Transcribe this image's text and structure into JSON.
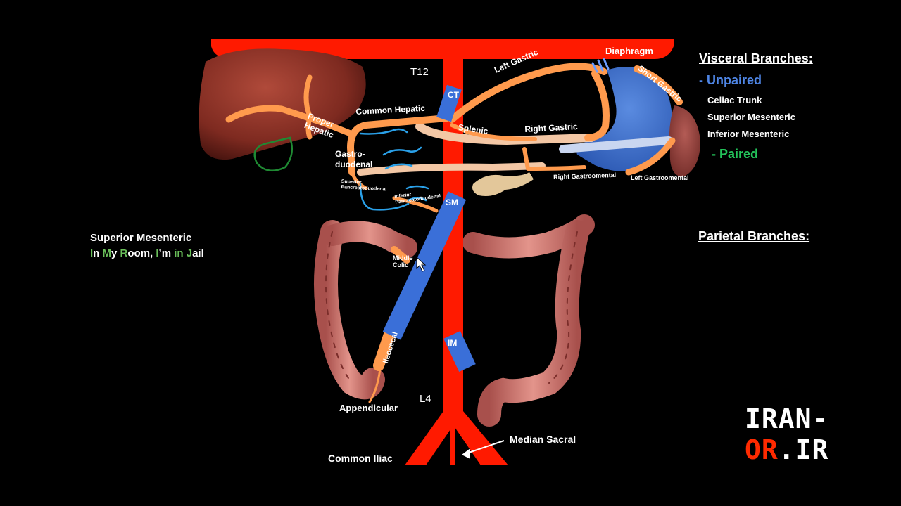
{
  "labels": {
    "diaphragm": "Diaphragm",
    "t12": "T12",
    "l4": "L4",
    "ct": "CT",
    "sm": "SM",
    "im": "IM",
    "left_gastric": "Left Gastric",
    "short_gastric": "Short Gastric",
    "common_hepatic": "Common Hepatic",
    "proper_hepatic_1": "Proper",
    "proper_hepatic_2": "Hepatic",
    "splenic": "Splenic",
    "right_gastric": "Right Gastric",
    "gastroduodenal_1": "Gastro-",
    "gastroduodenal_2": "duodenal",
    "sup_pancreaticoduodenal_1": "Superior",
    "sup_pancreaticoduodenal_2": "Pancreatoduodenal",
    "inf_pancreaticoduodenal_1": "Inferior",
    "inf_pancreaticoduodenal_2": "Pancreatoduodenal",
    "right_gastroomental": "Right Gastroomental",
    "left_gastroomental": "Left Gastroomental",
    "middle_colic_1": "Middle",
    "middle_colic_2": "Colic",
    "ileocecal": "Ileocecal",
    "appendicular": "Appendicular",
    "median_sacral": "Median Sacral",
    "common_iliac": "Common Iliac"
  },
  "sidebar": {
    "visceral_title": "Visceral Branches:",
    "unpaired": "- Unpaired",
    "unpaired_items": [
      "Celiac Trunk",
      "Superior Mesenteric",
      "Inferior Mesenteric"
    ],
    "paired": "- Paired",
    "parietal_title": "Parietal Branches:"
  },
  "mnemonic": {
    "title": "Superior Mesenteric",
    "parts": [
      {
        "t": "I",
        "green": true
      },
      {
        "t": "n ",
        "green": false
      },
      {
        "t": "M",
        "green": true
      },
      {
        "t": "y ",
        "green": false
      },
      {
        "t": "R",
        "green": true
      },
      {
        "t": "oom, ",
        "green": false
      },
      {
        "t": "I",
        "green": true
      },
      {
        "t": "’m ",
        "green": false
      },
      {
        "t": "in ",
        "green": true
      },
      {
        "t": "J",
        "green": true
      },
      {
        "t": "ail",
        "green": false
      }
    ]
  },
  "brand": {
    "left": "IRAN-",
    "mid": "OR",
    "right": ".IR"
  },
  "colors": {
    "aorta": "#ff1a00",
    "artery": "#ff9a4d",
    "artery_light": "#f3c7a5",
    "branch_box": "#3a6fd8",
    "vein_blue": "#2aa0e8",
    "gallbladder": "#1f8a33",
    "liver": "#8c3326",
    "colon": "#c9706a",
    "stomach": "#3f72d0"
  }
}
